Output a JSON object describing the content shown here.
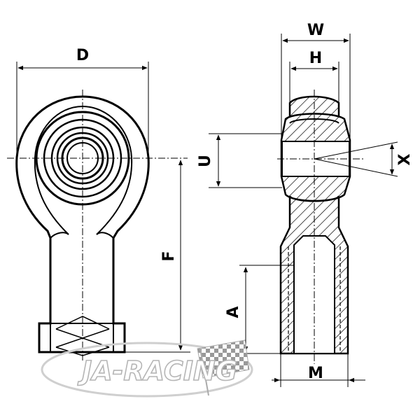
{
  "labels": {
    "D": "D",
    "F": "F",
    "W": "W",
    "H": "H",
    "U": "U",
    "X": "X",
    "A": "A",
    "M": "M"
  },
  "logo": {
    "text": "JA-RACING"
  }
}
